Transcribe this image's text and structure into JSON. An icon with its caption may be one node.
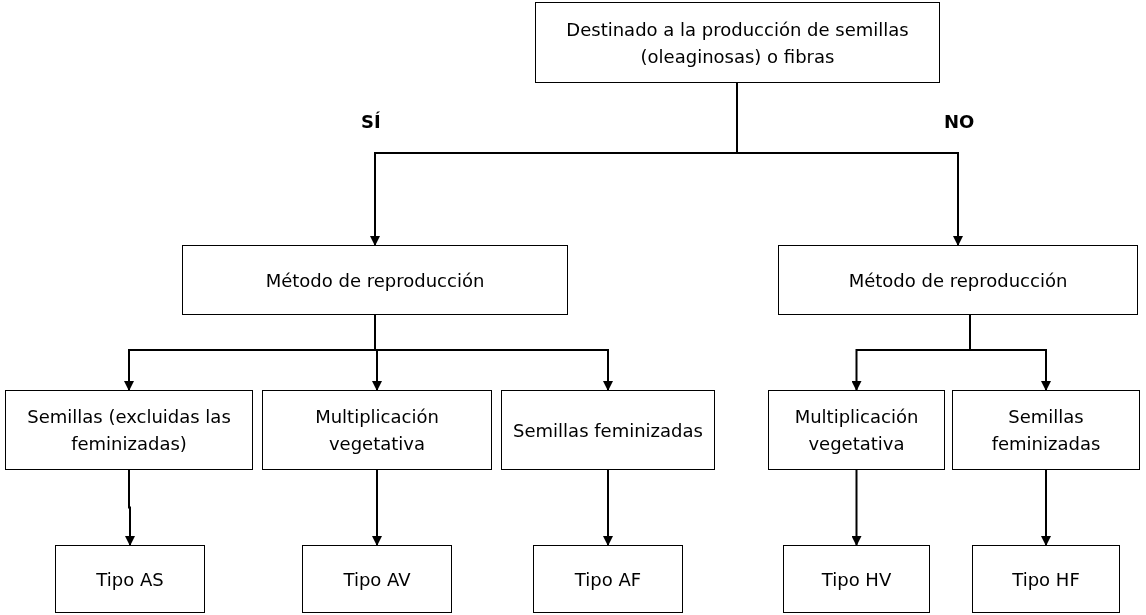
{
  "diagram": {
    "nodes": [
      {
        "text": [
          "Destinado a la producción de semillas (oleaginosas) o fibras"
        ]
      },
      {
        "text": [
          "Método de reproducción"
        ]
      },
      {
        "text": [
          "Método de reproducción"
        ]
      },
      {
        "text": [
          "Semillas (excluidas las feminizadas)"
        ]
      },
      {
        "text": [
          "Multiplicación vegetativa"
        ]
      },
      {
        "text": [
          "Semillas feminizadas"
        ]
      },
      {
        "text": [
          "Multiplicación vegetativa"
        ]
      },
      {
        "text": [
          "Semillas feminizadas"
        ]
      },
      {
        "text": [
          "Tipo AS"
        ]
      },
      {
        "text": [
          "Tipo AV"
        ]
      },
      {
        "text": [
          "Tipo AF"
        ]
      },
      {
        "text": [
          "Tipo HV"
        ]
      },
      {
        "text": [
          "Tipo HF"
        ]
      }
    ],
    "edges": [
      {
        "from": 0,
        "to": 1,
        "arrow": "to",
        "label": "SÍ"
      },
      {
        "from": 0,
        "to": 2,
        "arrow": "to",
        "label": "NO"
      },
      {
        "from": 1,
        "to": 3,
        "arrow": "to"
      },
      {
        "from": 1,
        "to": 4,
        "arrow": "to"
      },
      {
        "from": 1,
        "to": 5,
        "arrow": "to"
      },
      {
        "from": 2,
        "to": 6,
        "arrow": "to"
      },
      {
        "from": 2,
        "to": 7,
        "arrow": "to"
      },
      {
        "from": 3,
        "to": 8,
        "arrow": "to"
      },
      {
        "from": 4,
        "to": 9,
        "arrow": "to"
      },
      {
        "from": 5,
        "to": 10,
        "arrow": "to"
      },
      {
        "from": 6,
        "to": 11,
        "arrow": "to"
      },
      {
        "from": 7,
        "to": 12,
        "arrow": "to"
      }
    ]
  }
}
